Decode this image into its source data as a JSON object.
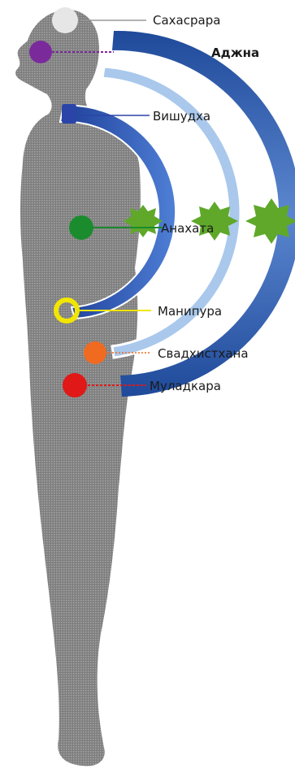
{
  "chakras": [
    {
      "id": "sahasrara",
      "label": "Сахасрара",
      "color": "#e6e6e6",
      "ring": false
    },
    {
      "id": "ajna",
      "label": "Аджна",
      "color": "#7b2a9c",
      "ring": false
    },
    {
      "id": "vishuddha",
      "label": "Вишудха",
      "color": "#2a44a8",
      "ring": false
    },
    {
      "id": "anahata",
      "label": "Анахата",
      "color": "#1a8c2e",
      "ring": false
    },
    {
      "id": "manipura",
      "label": "Манипура",
      "color": "#f2e600",
      "ring": true
    },
    {
      "id": "svadhisthana",
      "label": "Свадхистхана",
      "color": "#f06a20",
      "ring": false
    },
    {
      "id": "muladhara",
      "label": "Муладкара",
      "color": "#e01818",
      "ring": false
    }
  ],
  "colors": {
    "body": "#8a8a8a",
    "arc_inner": "#2f5fbf",
    "arc_middle": "#a9c8ec",
    "arc_outer": "#2b56a8",
    "burst": "#5fa82a",
    "leader": "#888888"
  }
}
